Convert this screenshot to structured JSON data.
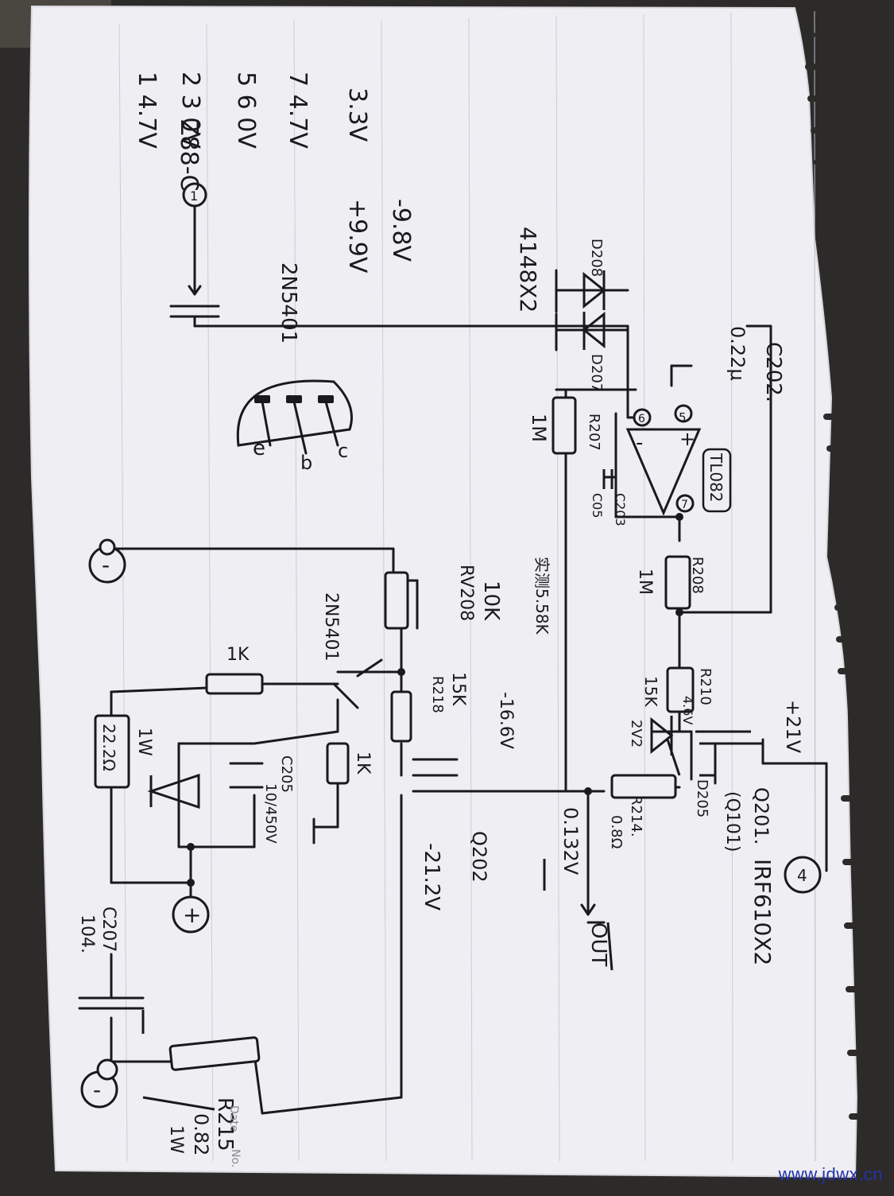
{
  "colors": {
    "paper": "#efeef2",
    "ink": "#1a1a1e",
    "background": "#2c2b29",
    "rule_line": "#c9cdd8",
    "watermark": "#2233aa"
  },
  "watermark": "www.jdwx.cn",
  "header": {
    "model": "Z88-C",
    "node_in": "1"
  },
  "notes": {
    "lines": [
      "1  4.7V",
      "2 3  0V",
      "5 6  0V",
      "7  4.7V"
    ],
    "label": "3.3V",
    "pin4": "-9.8V",
    "pin8": "+9.9V",
    "diode_pair": "4148X2",
    "transistor_part": "2N5401",
    "pin_labels": [
      "e",
      "b",
      "c"
    ]
  },
  "parts": {
    "c202": "C202.",
    "c202_val": "0.22μ",
    "d208": "D208",
    "d207": "D207",
    "r207": "R207",
    "r207_val": "1M",
    "pin5": "5",
    "pin6": "6",
    "pin7": "7",
    "opamp_minus": "-",
    "opamp_plus": "+",
    "opamp_chip": "TL082",
    "c203": "C203",
    "c203_val": "C05",
    "r208": "R208",
    "r208_val": "1M",
    "r210": "R210",
    "r210_val": "4.6V",
    "r210_res": "15K",
    "zener": "2V2",
    "d205": "D205",
    "r214": "R214.",
    "r214_val": "0.8Ω",
    "plus21": "+21V",
    "q201": "Q201.",
    "q201_alt": "(Q101)",
    "irf": "IRF610X2",
    "node4": "4",
    "q202": "Q202",
    "v_node": "-16.6V",
    "v_q202": "-21.2V",
    "vout": "0.132V",
    "out_label": "OUT",
    "rv_note": "实测5.58K",
    "rv_val": "10K",
    "rv_name": "RV208",
    "r218": "R218",
    "r218_val": "15K",
    "q_2n5401": "2N5401",
    "r_1k_top": "1K",
    "r_1k_side": "1K",
    "r_22r": "22.2Ω",
    "r_22r_w": "1W",
    "c205": "C205",
    "c205_val": "10/450V",
    "node_minus_top": "-",
    "node_plus": "+",
    "node_minus_bot": "-",
    "c207": "C207",
    "c207_val": "104.",
    "r215": "R215",
    "r215_val": "0.82",
    "r215_w": "1W"
  },
  "corner": {
    "date": "Date",
    "no": "No."
  }
}
